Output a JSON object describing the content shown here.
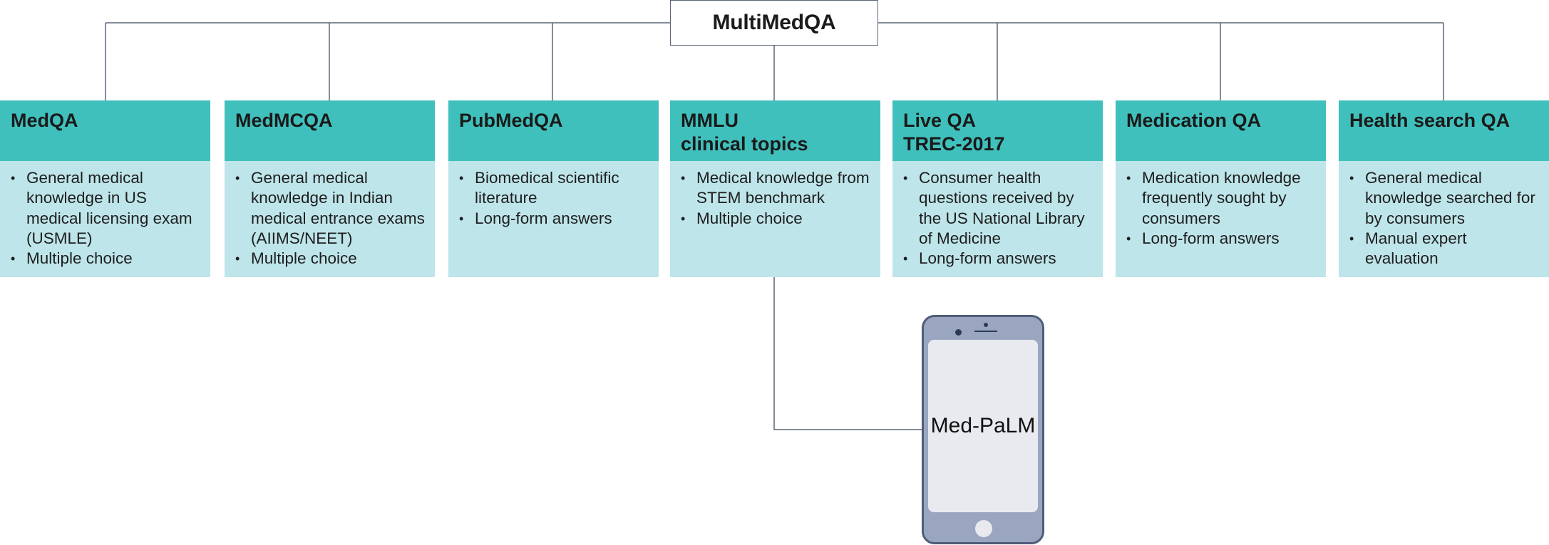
{
  "root": {
    "label": "MultiMedQA"
  },
  "datasets": [
    {
      "title": [
        "MedQA"
      ],
      "bullets": [
        "General medical knowledge in US medical licensing exam (USMLE)",
        "Multiple choice"
      ]
    },
    {
      "title": [
        "MedMCQA"
      ],
      "bullets": [
        "General medical knowledge in Indian medical entrance exams (AIIMS/NEET)",
        "Multiple choice"
      ]
    },
    {
      "title": [
        "PubMedQA"
      ],
      "bullets": [
        "Biomedical scientific literature",
        "Long-form answers"
      ]
    },
    {
      "title": [
        "MMLU",
        "clinical topics"
      ],
      "bullets": [
        "Medical knowledge from STEM benchmark",
        "Multiple choice"
      ]
    },
    {
      "title": [
        "Live QA",
        "TREC-2017"
      ],
      "bullets": [
        "Consumer health questions received by the US National Library of Medicine",
        "Long-form answers"
      ]
    },
    {
      "title": [
        "Medication QA"
      ],
      "bullets": [
        "Medication knowledge frequently sought by consumers",
        "Long-form answers"
      ]
    },
    {
      "title": [
        "Health search QA"
      ],
      "bullets": [
        "General medical knowledge searched for by consumers",
        "Manual expert evaluation"
      ]
    }
  ],
  "model": {
    "label": "Med-PaLM"
  },
  "colors": {
    "header": "#40c0bc",
    "body": "#bee5ea",
    "line": "#5a6577",
    "phone": "#9aa6c0"
  }
}
